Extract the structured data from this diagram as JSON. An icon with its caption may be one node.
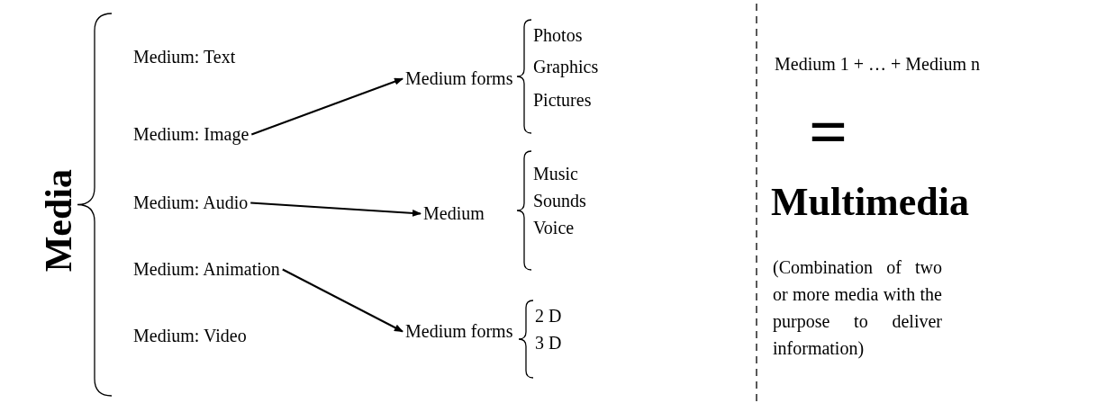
{
  "diagram": {
    "nodes": [
      {
        "text": [
          "Medium: Image"
        ]
      },
      {
        "text": [
          "Medium forms"
        ]
      },
      {
        "text": [
          "Medium: Audio"
        ]
      },
      {
        "text": [
          "Medium"
        ]
      },
      {
        "text": [
          "Medium: Animation"
        ]
      },
      {
        "text": [
          "Medium forms"
        ]
      }
    ],
    "edges": [
      {
        "from": 0,
        "to": 1,
        "arrow": "to"
      },
      {
        "from": 2,
        "to": 3,
        "arrow": "to"
      },
      {
        "from": 4,
        "to": 5,
        "arrow": "to"
      }
    ],
    "labels": [
      "Media",
      "Medium: Text",
      "Photos",
      "Graphics",
      "Pictures",
      "Medium 1 + … + Medium n",
      "=",
      "Multimedia",
      "Music",
      "Sounds",
      "Voice",
      "(Combination of two or more media with the purpose to deliver information)",
      "Medium: Video",
      "2 D",
      "3 D"
    ]
  }
}
